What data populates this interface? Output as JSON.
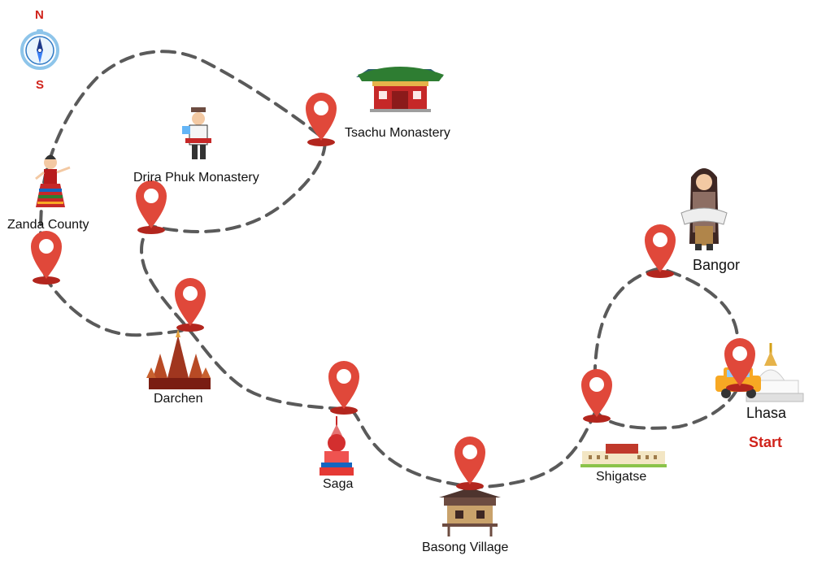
{
  "compass": {
    "north": "N",
    "south": "S"
  },
  "stops": {
    "lhasa": "Lhasa",
    "bangor": "Bangor",
    "shigatse": "Shigatse",
    "basong": "Basong Village",
    "saga": "Saga",
    "darchen": "Darchen",
    "zanda": "Zanda County",
    "drira": "Drira Phuk Monastery",
    "tsachu": "Tsachu Monastery"
  },
  "start_label": "Start",
  "colors": {
    "route": "#5a5a5a",
    "pin": "#e0483a",
    "accent": "#d0231b"
  }
}
